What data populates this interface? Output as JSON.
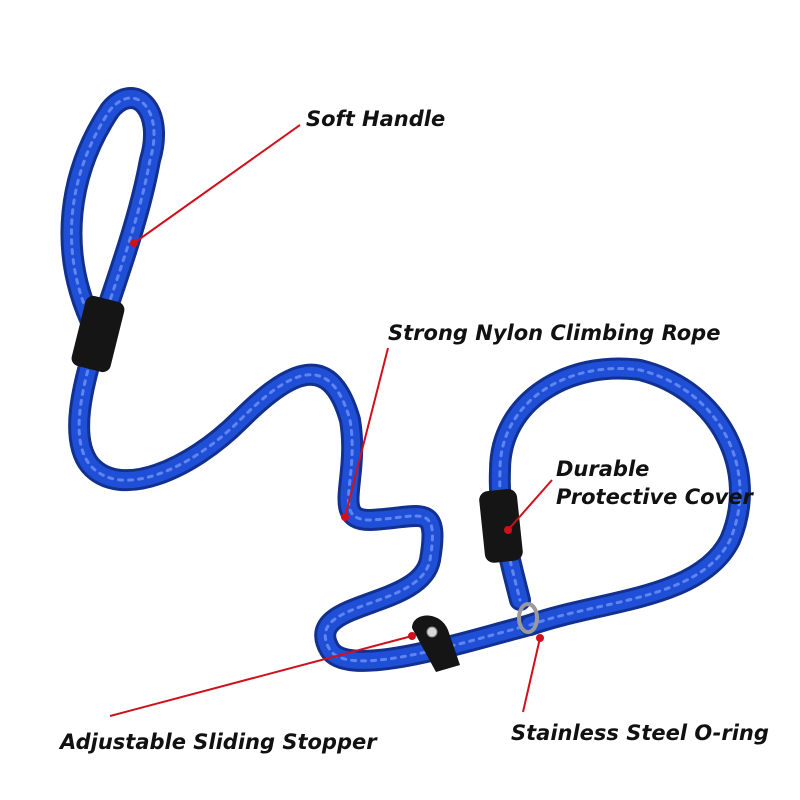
{
  "labels": {
    "soft_handle": "Soft Handle",
    "rope": "Strong Nylon Climbing Rope",
    "cover_line1": "Durable",
    "cover_line2": "Protective Cover",
    "stopper": "Adjustable Sliding Stopper",
    "oring": "Stainless Steel O-ring"
  },
  "colors": {
    "rope": "#1f4fd6",
    "rope_dark": "#12318f",
    "leather": "#151515",
    "leader_line": "#d0101a",
    "text": "#111111"
  }
}
